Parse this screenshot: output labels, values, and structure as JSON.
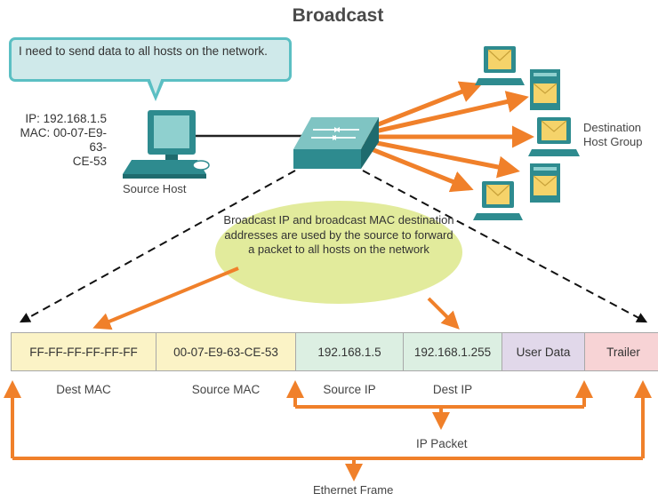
{
  "title": "Broadcast",
  "callout": {
    "text": "I need to send data to all hosts on the network."
  },
  "source_host": {
    "ip_line": "IP: 192.168.1.5",
    "mac_line1": "MAC: 00-07-E9-63-",
    "mac_line2": "CE-53",
    "label": "Source Host"
  },
  "destination_group": {
    "line1": "Destination",
    "line2": "Host Group"
  },
  "ellipse_note": "Broadcast IP and broadcast MAC destination addresses are used by the source to forward a packet to all hosts on the network",
  "frame_fields": [
    {
      "value": "FF-FF-FF-FF-FF-FF",
      "label": "Dest MAC"
    },
    {
      "value": "00-07-E9-63-CE-53",
      "label": "Source MAC"
    },
    {
      "value": "192.168.1.5",
      "label": "Source IP"
    },
    {
      "value": "192.168.1.255",
      "label": "Dest IP"
    },
    {
      "value": "User Data"
    },
    {
      "value": "Trailer"
    }
  ],
  "ip_packet_label": "IP Packet",
  "ethernet_frame_label": "Ethernet Frame",
  "colors": {
    "arrow": "#f0802a",
    "switch": "#2e8b8f",
    "monitor_screen": "#f5d36a",
    "callout_fill": "#cfe9ea",
    "callout_border": "#5bbfc3",
    "ellipse_fill": "#e2eb9c"
  },
  "icons": [
    "source-computer-icon",
    "switch-icon",
    "destination-computer-icon",
    "destination-tower-icon"
  ]
}
